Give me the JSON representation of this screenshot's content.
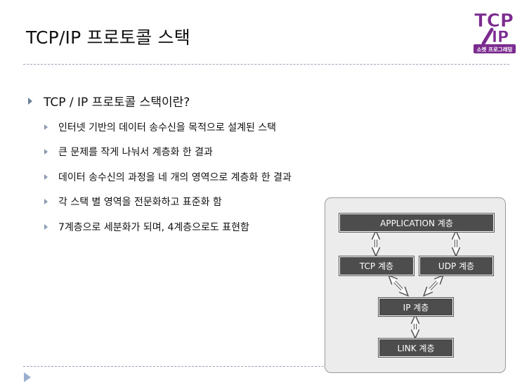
{
  "slide": {
    "title": "TCP/IP 프로토콜 스택",
    "logo": {
      "line1": "TCP",
      "line2": "IP",
      "line3": "소켓 프로그래밍"
    },
    "main_bullet": "TCP / IP 프로토콜 스택이란?",
    "sub_bullets": [
      "인터넷 기반의 데이터 송수신을 목적으로 설계된 스택",
      "큰 문제를 작게 나눠서 계층화 한 결과",
      "데이터 송수신의 과정을 네 개의 영역으로 계층화 한 결과",
      "각 스택 별 영역을 전문화하고 표준화 함",
      "7계층으로  세분화가 되며, 4계층으로도 표현함"
    ]
  },
  "diagram": {
    "application": "APPLICATION 계층",
    "tcp": "TCP 계층",
    "udp": "UDP 계층",
    "ip": "IP 계층",
    "link": "LINK 계층"
  },
  "colors": {
    "box": "#4d4d4d",
    "panel": "#ececec",
    "logo_purple": "#7b2b8f",
    "dash": "#9aa4b4",
    "bullet": "#6d7f99"
  }
}
